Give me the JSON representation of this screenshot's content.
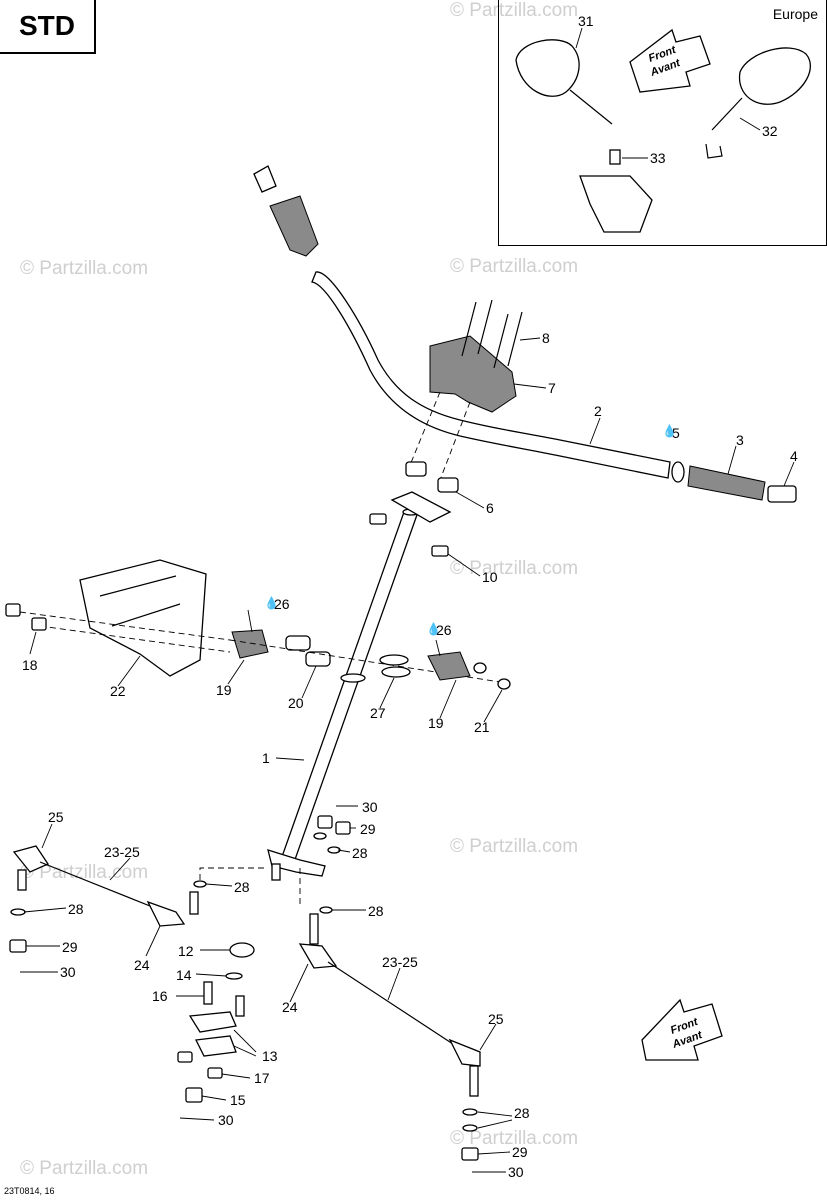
{
  "badge": "STD",
  "inset": {
    "title": "Europe",
    "arrow_text": [
      "Front",
      "Avant"
    ]
  },
  "front_arrow": [
    "Front",
    "Avant"
  ],
  "drawing_code": "23T0814, 16",
  "watermark": "© Partzilla.com",
  "callouts": [
    {
      "id": "c31",
      "text": "31"
    },
    {
      "id": "c32",
      "text": "32"
    },
    {
      "id": "c33",
      "text": "33"
    },
    {
      "id": "c8",
      "text": "8"
    },
    {
      "id": "c7",
      "text": "7"
    },
    {
      "id": "c2",
      "text": "2"
    },
    {
      "id": "c5",
      "text": "5"
    },
    {
      "id": "c3",
      "text": "3"
    },
    {
      "id": "c4",
      "text": "4"
    },
    {
      "id": "c6",
      "text": "6"
    },
    {
      "id": "c10",
      "text": "10"
    },
    {
      "id": "c26a",
      "text": "26"
    },
    {
      "id": "c26b",
      "text": "26"
    },
    {
      "id": "c18",
      "text": "18"
    },
    {
      "id": "c22",
      "text": "22"
    },
    {
      "id": "c19a",
      "text": "19"
    },
    {
      "id": "c20",
      "text": "20"
    },
    {
      "id": "c27",
      "text": "27"
    },
    {
      "id": "c19b",
      "text": "19"
    },
    {
      "id": "c21",
      "text": "21"
    },
    {
      "id": "c1",
      "text": "1"
    },
    {
      "id": "c30a",
      "text": "30"
    },
    {
      "id": "c29a",
      "text": "29"
    },
    {
      "id": "c28a",
      "text": "28"
    },
    {
      "id": "c25a",
      "text": "25"
    },
    {
      "id": "c2325a",
      "text": "23-25"
    },
    {
      "id": "c28b",
      "text": "28"
    },
    {
      "id": "c28c",
      "text": "28"
    },
    {
      "id": "c28d",
      "text": "28"
    },
    {
      "id": "c29b",
      "text": "29"
    },
    {
      "id": "c30b",
      "text": "30"
    },
    {
      "id": "c24a",
      "text": "24"
    },
    {
      "id": "c12",
      "text": "12"
    },
    {
      "id": "c14",
      "text": "14"
    },
    {
      "id": "c16",
      "text": "16"
    },
    {
      "id": "c24b",
      "text": "24"
    },
    {
      "id": "c2325b",
      "text": "23-25"
    },
    {
      "id": "c25b",
      "text": "25"
    },
    {
      "id": "c13",
      "text": "13"
    },
    {
      "id": "c17",
      "text": "17"
    },
    {
      "id": "c15",
      "text": "15"
    },
    {
      "id": "c30c",
      "text": "30"
    },
    {
      "id": "c28e",
      "text": "28"
    },
    {
      "id": "c29c",
      "text": "29"
    },
    {
      "id": "c30d",
      "text": "30"
    }
  ]
}
